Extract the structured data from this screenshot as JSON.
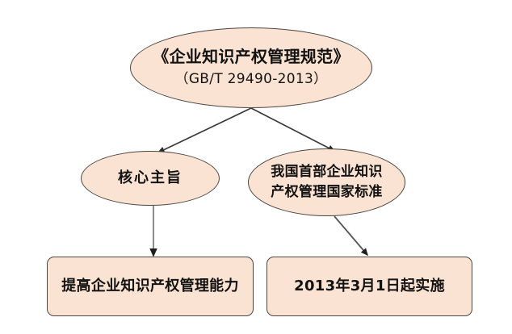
{
  "diagram": {
    "title_node": {
      "name": "standard-title",
      "line1": "《企业知识产权管理规范》",
      "line2": "（GB/T 29490-2013）"
    },
    "nodes": [
      {
        "id": "core",
        "label": "核心主旨",
        "shape": "ellipse"
      },
      {
        "id": "first-national",
        "line1": "我国首部企业知识",
        "line2": "产权管理国家标准",
        "shape": "ellipse"
      },
      {
        "id": "capability",
        "label": "提高企业知识产权管理能力",
        "shape": "rounded-box"
      },
      {
        "id": "effective-date",
        "label": "2013年3月1日起实施",
        "shape": "rounded-box"
      }
    ],
    "edges": [
      {
        "from": "standard-title",
        "to": "core",
        "style": "arrow-diagonal-left"
      },
      {
        "from": "standard-title",
        "to": "first-national",
        "style": "arrow-diagonal-right"
      },
      {
        "from": "core",
        "to": "capability",
        "style": "arrow-vertical"
      },
      {
        "from": "first-national",
        "to": "effective-date",
        "style": "arrow-diagonal-right"
      }
    ],
    "colors": {
      "node_fill": "#fae3d2",
      "node_border": "#4d4641",
      "connector_dark": "#2b2b2b",
      "connector_gray": "#8f8f8f",
      "background": "#ffffff",
      "text": "#121212"
    }
  }
}
